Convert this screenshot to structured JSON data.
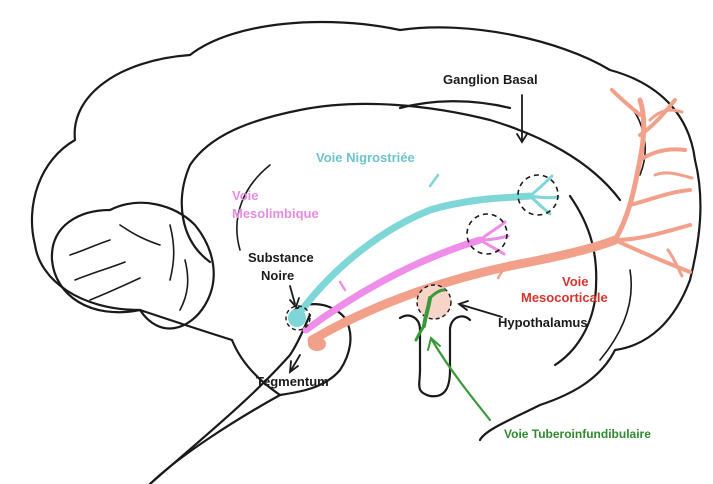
{
  "labels": {
    "ganglion_basal": "Ganglion Basal",
    "voie_nigrostriee": "Voie Nigrostriée",
    "voie_mesolimbique_line1": "Voie",
    "voie_mesolimbique_line2": "Mesolimbique",
    "substance_noire_line1": "Substance",
    "substance_noire_line2": "Noire",
    "voie_mesocorticale_line1": "Voie",
    "voie_mesocorticale_line2": "Mesocorticale",
    "hypothalamus": "Hypothalamus",
    "tegmentum": "Tegmentum",
    "voie_tuberoinfundibulaire": "Voie Tuberoinfundibulaire"
  },
  "colors": {
    "nigrostriatal": "#7fd6d6",
    "mesolimbic": "#ee8ee8",
    "mesocortical": "#f2a08a",
    "tuberoinfundibular": "#3a9a3a",
    "label_nigrostriatal": "#6cc4cc",
    "label_mesolimbic": "#e58ce0",
    "label_mesocortical": "#d8342c",
    "label_tubero": "#2e8b2e",
    "outline": "#1a1a1a"
  }
}
